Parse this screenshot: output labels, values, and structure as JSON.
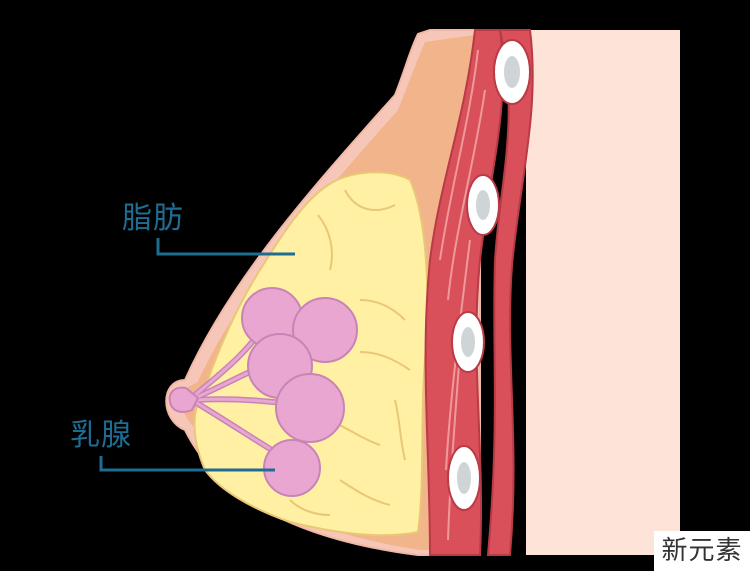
{
  "labels": {
    "fat": "脂肪",
    "mammary_gland": "乳腺"
  },
  "watermark": "新元素",
  "colors": {
    "background": "#000000",
    "chest_wall": "#fde3d8",
    "skin_outline": "#f6c7b8",
    "subcutaneous": "#f2b48a",
    "fat": "#fff0a3",
    "fat_outline": "#e9c776",
    "gland": "#e8a6d1",
    "gland_outline": "#c884b6",
    "muscle": "#d94f5a",
    "muscle_light": "#ef9a9a",
    "rib": "#ffffff",
    "label": "#1f6c93"
  }
}
